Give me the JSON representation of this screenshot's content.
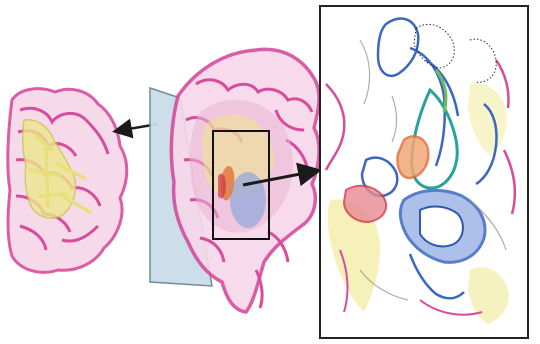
{
  "figure": {
    "panels": [
      "coronal-section",
      "sagittal-hemisphere-with-slice-plane",
      "zoomed-subcortical-tract-tracing"
    ],
    "colors": {
      "cortex_magenta": "#d84c9c",
      "cortex_pink": "#e68ac0",
      "white_matter_yellow": "#e7e07a",
      "tract_blue": "#3b67c2",
      "tract_teal": "#27a39a",
      "tract_orange": "#e2703a",
      "tract_red": "#cf3444",
      "tract_green": "#6bbf58",
      "slice_plane_blue": "#c9dde8",
      "arrow_black": "#1a1a1a"
    },
    "icons": [
      "left-arrow-icon",
      "right-arrow-icon"
    ]
  }
}
